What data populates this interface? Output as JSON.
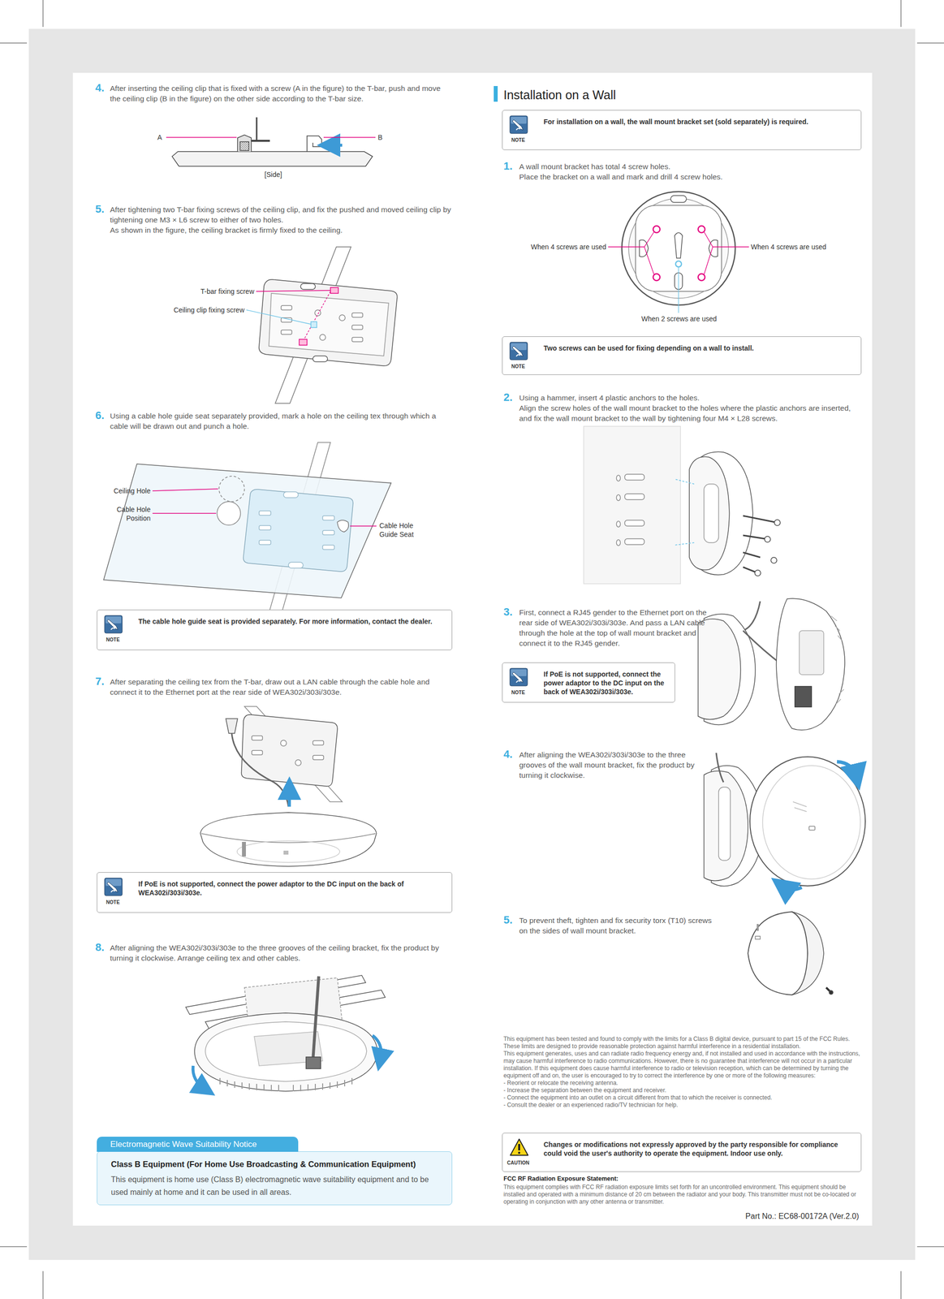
{
  "diagram": {
    "nodes": [
      {
        "text": [
          "NOTE",
          "The cable hole guide seat is provided separately. For more information, contact the dealer."
        ]
      },
      {
        "text": [
          "NOTE",
          "If PoE is not supported, connect the power adaptor to the DC input on the back of WEA302i/303i/303e."
        ]
      },
      {
        "text": [
          "Electromagnetic Wave Suitability Notice",
          "Class B Equipment (For Home Use Broadcasting & Communication Equipment)",
          "This equipment is home use (Class B) electromagnetic wave suitability equipment and to be used mainly at home and it can be used in all areas."
        ]
      },
      {
        "text": [
          "NOTE",
          "For installation on a wall, the wall mount bracket set (sold separately) is required."
        ]
      },
      {
        "text": [
          "NOTE",
          "Two screws can be used for fixing depending on a wall to install."
        ]
      },
      {
        "text": [
          "NOTE",
          "If PoE is not supported, connect the power adaptor to the DC input on the back of WEA302i/303i/303e."
        ]
      },
      {
        "text": [
          "CAUTION",
          "Changes or modifications not expressly approved by the party responsible for compliance could void the user's authority to operate the equipment. Indoor use only."
        ]
      }
    ],
    "labels": [
      "4.",
      "After inserting the ceiling clip that is fixed with a screw (A in the figure) to the T-bar, push and move the ceiling clip (B in the figure) on the other side according to the T-bar size.",
      "A",
      "B",
      "[Side]",
      "5.",
      "After tightening two T-bar fixing screws of the ceiling clip, and fix the pushed and moved ceiling clip by tightening one M3 × L6 screw to either of two holes.",
      "As shown in the figure, the ceiling bracket is firmly fixed to the ceiling.",
      "T-bar fixing screw",
      "Ceiling clip fixing screw",
      "6.",
      "Using a cable hole guide seat separately provided, mark a hole on the ceiling tex through which a cable will be drawn out and punch a hole.",
      "Ceiling Hole",
      "Cable Hole Position",
      "Cable Hole Guide Seat",
      "7.",
      "After separating the ceiling tex from the T-bar, draw out a LAN cable through the cable hole and connect it to the Ethernet port at the rear side of WEA302i/303i/303e.",
      "8.",
      "After aligning the WEA302i/303i/303e to the three grooves of the ceiling bracket, fix the product by turning it clockwise. Arrange ceiling tex and other cables.",
      "Installation on a Wall",
      "1.",
      "A wall mount bracket has total 4 screw holes.",
      "Place the bracket on a wall and mark and drill 4 screw holes.",
      "When 4 screws are used",
      "When 4 screws are used",
      "When 2 screws are used",
      "2.",
      "Using a hammer, insert 4 plastic anchors to the holes.",
      "Align the screw holes of the wall mount bracket to the holes where the plastic anchors are inserted, and fix the wall mount bracket to the wall by tightening four M4 × L28 screws.",
      "3.",
      "First, connect a RJ45 gender to the Ethernet port on the rear side of WEA302i/303i/303e. And pass a LAN cable through the hole at the top of wall mount bracket and connect it to the RJ45 gender.",
      "4.",
      "After aligning the WEA302i/303i/303e to the three grooves of the wall mount bracket, fix the product by turning it clockwise.",
      "5.",
      "To prevent theft, tighten and fix security torx (T10) screws on the sides of wall mount bracket.",
      "This equipment has been tested and found to comply with the limits for a Class B digital device, pursuant to part 15 of the FCC Rules. These limits are designed to provide reasonable protection against harmful interference in a residential installation.",
      "This equipment generates, uses and can radiate radio frequency energy and, if not installed and used in accordance with the instructions, may cause harmful interference to radio communications. However, there is no guarantee that interference will not occur in a particular installation. If this equipment does cause harmful interference to radio or television reception, which can be determined by turning the equipment off and on, the user is encouraged to try to correct the interference by one or more of the following measures:",
      "- Reorient or relocate the receiving antenna.",
      "- Increase the separation between the equipment and receiver.",
      "- Connect the equipment into an outlet on a circuit different from that to which the receiver is connected.",
      "- Consult the dealer or an experienced radio/TV technician for help.",
      "FCC RF Radiation Exposure Statement:",
      "This equipment complies with FCC RF radiation exposure limits set forth for an uncontrolled environment. This equipment should be installed and operated with a minimum distance of 20 cm between the radiator and your body. This transmitter must not be co-located or operating in conjunction with any other antenna or transmitter.",
      "Part No.: EC68-00172A (Ver.2.0)"
    ]
  }
}
